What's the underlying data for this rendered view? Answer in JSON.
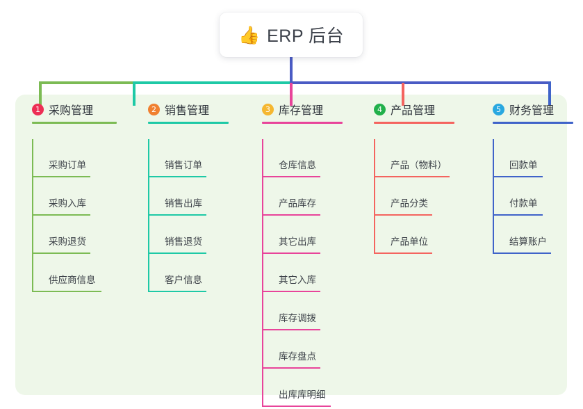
{
  "diagram": {
    "type": "mind-map",
    "title_card": {
      "emoji": "thumbs-up-icon",
      "emoji_glyph": "👍",
      "label": "ERP 后台"
    },
    "panel_color": "#eef7e9",
    "background_color": "#ffffff",
    "trunk_color": "#4a5bc4",
    "columns": [
      {
        "index": "1",
        "badge_number": "1",
        "badge_color": "#ed2f55",
        "title": "采购管理",
        "accent": "#7cbb54",
        "rule_width": 122,
        "items": [
          {
            "label": "采购订单",
            "rule_width": 84
          },
          {
            "label": "采购入库",
            "rule_width": 84
          },
          {
            "label": "采购退货",
            "rule_width": 84
          },
          {
            "label": "供应商信息",
            "rule_width": 100
          }
        ]
      },
      {
        "index": "2",
        "badge_number": "2",
        "badge_color": "#f08030",
        "title": "销售管理",
        "accent": "#1ec9a6",
        "rule_width": 116,
        "items": [
          {
            "label": "销售订单",
            "rule_width": 84
          },
          {
            "label": "销售出库",
            "rule_width": 84
          },
          {
            "label": "销售退货",
            "rule_width": 84
          },
          {
            "label": "客户信息",
            "rule_width": 84
          }
        ]
      },
      {
        "index": "3",
        "badge_number": "3",
        "badge_color": "#f5b731",
        "title": "库存管理",
        "accent": "#e8449a",
        "rule_width": 116,
        "items": [
          {
            "label": "仓库信息",
            "rule_width": 84
          },
          {
            "label": "产品库存",
            "rule_width": 84
          },
          {
            "label": "其它出库",
            "rule_width": 84
          },
          {
            "label": "其它入库",
            "rule_width": 84
          },
          {
            "label": "库存调拨",
            "rule_width": 84
          },
          {
            "label": "库存盘点",
            "rule_width": 84
          },
          {
            "label": "出库库明细",
            "rule_width": 99
          }
        ]
      },
      {
        "index": "4",
        "badge_number": "4",
        "badge_color": "#21b04b",
        "title": "产品管理",
        "accent": "#f4645f",
        "rule_width": 116,
        "items": [
          {
            "label": "产品（物料）",
            "rule_width": 109
          },
          {
            "label": "产品分类",
            "rule_width": 84
          },
          {
            "label": "产品单位",
            "rule_width": 84
          }
        ]
      },
      {
        "index": "5",
        "badge_number": "5",
        "badge_color": "#29a8e0",
        "title": "财务管理",
        "accent": "#3f63c9",
        "rule_width": 116,
        "items": [
          {
            "label": "回款单",
            "rule_width": 72
          },
          {
            "label": "付款单",
            "rule_width": 72
          },
          {
            "label": "结算账户",
            "rule_width": 84
          }
        ]
      }
    ]
  }
}
